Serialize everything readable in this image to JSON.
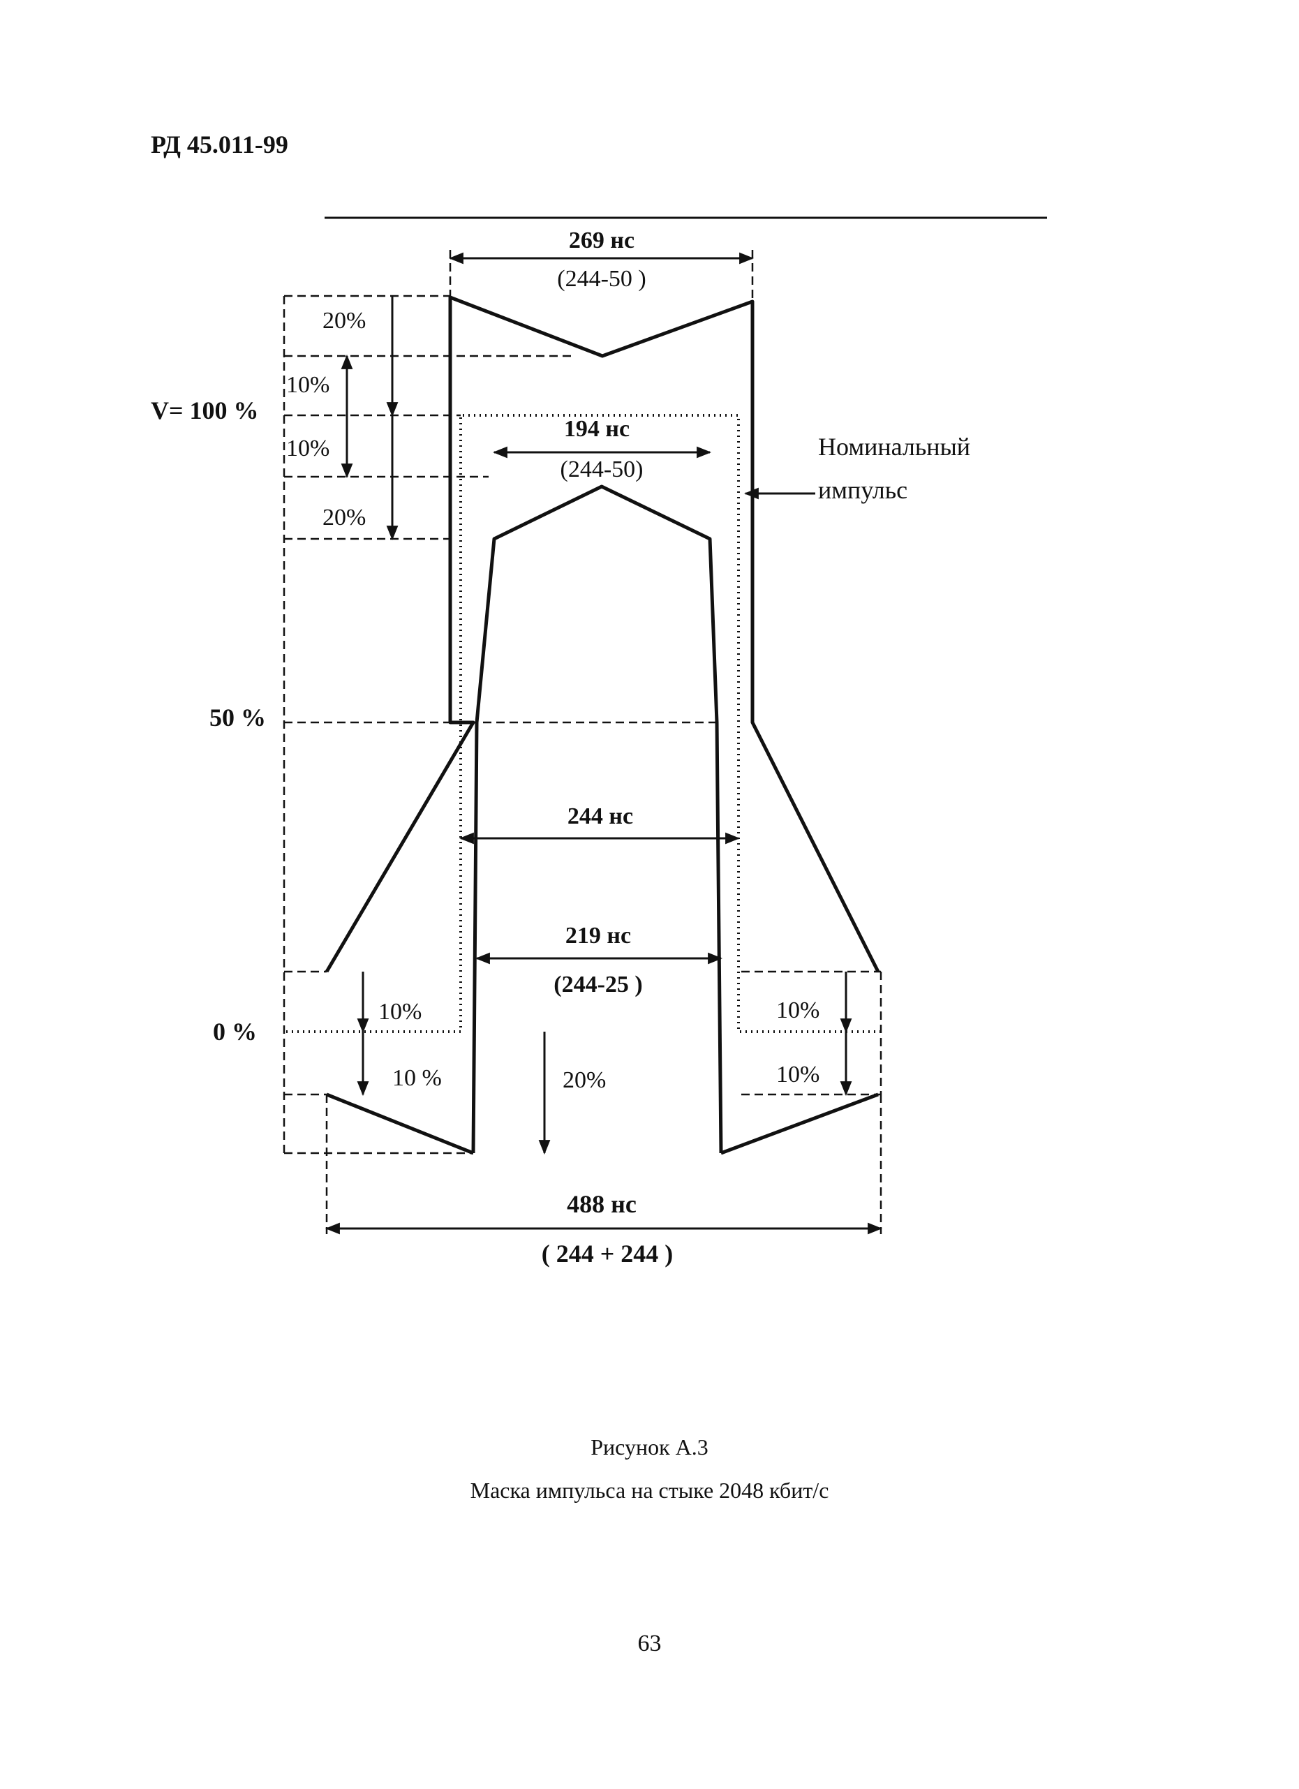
{
  "header": {
    "doc_code": "РД 45.011-99"
  },
  "diagram": {
    "top_width_value": "269 нс",
    "top_width_formula": "(244-50 )",
    "inner_top_width_value": "194 нс",
    "inner_top_width_formula": "(244-50)",
    "nominal_width_value": "244 нс",
    "inner_bottom_width_value": "219 нс",
    "inner_bottom_width_formula": "(244-25 )",
    "base_width_value": "488  нс",
    "base_width_formula": "( 244 + 244 )",
    "level_100": "V= 100 %",
    "level_50": "50  %",
    "level_0": "0  %",
    "tol_top_upper": "20%",
    "tol_top_mid_upper": "10%",
    "tol_top_mid_lower": "10%",
    "tol_top_lower": "20%",
    "tol_left_base_upper": "10%",
    "tol_left_base_lower": "10 %",
    "tol_center_base": "20%",
    "tol_right_base_upper": "10%",
    "tol_right_base_lower": "10%",
    "nominal_label_line1": "Номинальный",
    "nominal_label_line2": "импульс"
  },
  "caption": {
    "figure_title": "Рисунок А.3",
    "figure_text": "Маска импульса на стыке 2048 кбит/с"
  },
  "page_number": "63"
}
